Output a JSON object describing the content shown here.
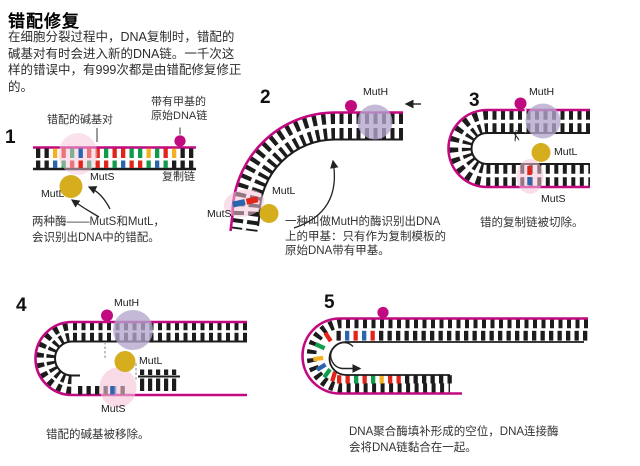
{
  "title": "错配修复",
  "intro": "在细胞分裂过程中，DNA复制时，错配的碱基对有时会进入新的DNA链。一千次这样的错误中，有999次都是由错配修复修正的。",
  "colors": {
    "magenta": "#c10980",
    "black": "#1c1c1c",
    "red": "#e1251b",
    "green": "#0f9d4c",
    "yellow": "#f4b223",
    "blue": "#2a66ae",
    "mutH": "#b4a6cd",
    "mutL": "#d6ae1d",
    "mutS": "#f5c3d8",
    "pointer": "#3a3a3a",
    "white": "#ffffff",
    "dash": "#9a9a9a"
  },
  "enzymes": {
    "mutS": "MutS",
    "mutL": "MutL",
    "mutH": "MutH"
  },
  "annotations": {
    "mismatch_pair": "错配的碱基对",
    "methylated_strand": "带有甲基的\n原始DNA链",
    "replicated_strand": "复制链"
  },
  "steps": [
    {
      "num": "1",
      "caption": "两种酶——MutS和MutL，\n会识别出DNA中的错配。"
    },
    {
      "num": "2",
      "caption": "一种叫做MutH的酶识别出DNA\n上的甲基：只有作为复制模板的\n原始DNA带有甲基。"
    },
    {
      "num": "3",
      "caption": "错的复制链被切除。"
    },
    {
      "num": "4",
      "caption": "错配的碱基被移除。"
    },
    {
      "num": "5",
      "caption": "DNA聚合酶填补形成的空位，DNA连接酶\n会将DNA链黏合在一起。"
    }
  ],
  "dna": {
    "panel1_top": "kkyrgbrrgrrggygrykk",
    "panel1_bottom": "kkbgrrgrrgbrrgbgkkk",
    "panel4_bottom": "kkkkbk",
    "panel4_fragment_top": "kkkkk",
    "panel4_fragment_bottom": "kkkkk",
    "panel5_top": "kbrbrkkkkkkkkkkkkkkkkkkkkkkkkk",
    "panel5_cap": "rgybgr",
    "panel5_bottom": "rrgrgyrrkkkkkk"
  }
}
